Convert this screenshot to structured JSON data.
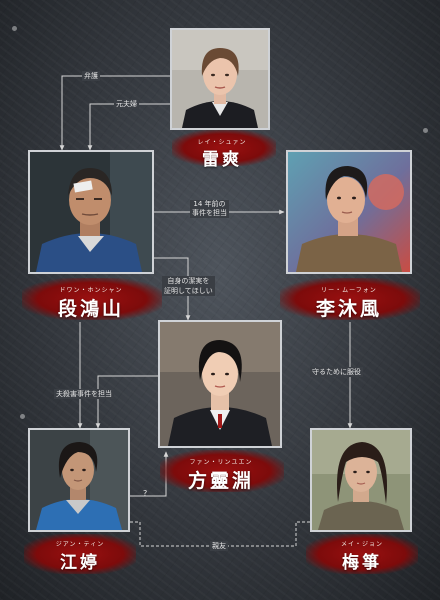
{
  "characters": [
    {
      "kana": "レイ・シュァン",
      "name": "雷爽"
    },
    {
      "kana": "ドワン・ホンシャン",
      "name": "段鴻山"
    },
    {
      "kana": "リー・ムーフォン",
      "name": "李沐風"
    },
    {
      "kana": "ファン・リンユエン",
      "name": "方靈淵"
    },
    {
      "kana": "ジアン・ティン",
      "name": "江婷"
    },
    {
      "kana": "メイ・ジョン",
      "name": "梅箏"
    }
  ],
  "relations": [
    {
      "label": "弁護"
    },
    {
      "label": "元夫婦"
    },
    {
      "line1": "14 年前の",
      "line2": "事件を担当"
    },
    {
      "line1": "自身の潔実を",
      "line2": "証明してほしい"
    },
    {
      "label": "夫殺害事件を担当"
    },
    {
      "label": "守るために服役"
    },
    {
      "label": "?"
    },
    {
      "label": "親友"
    }
  ]
}
